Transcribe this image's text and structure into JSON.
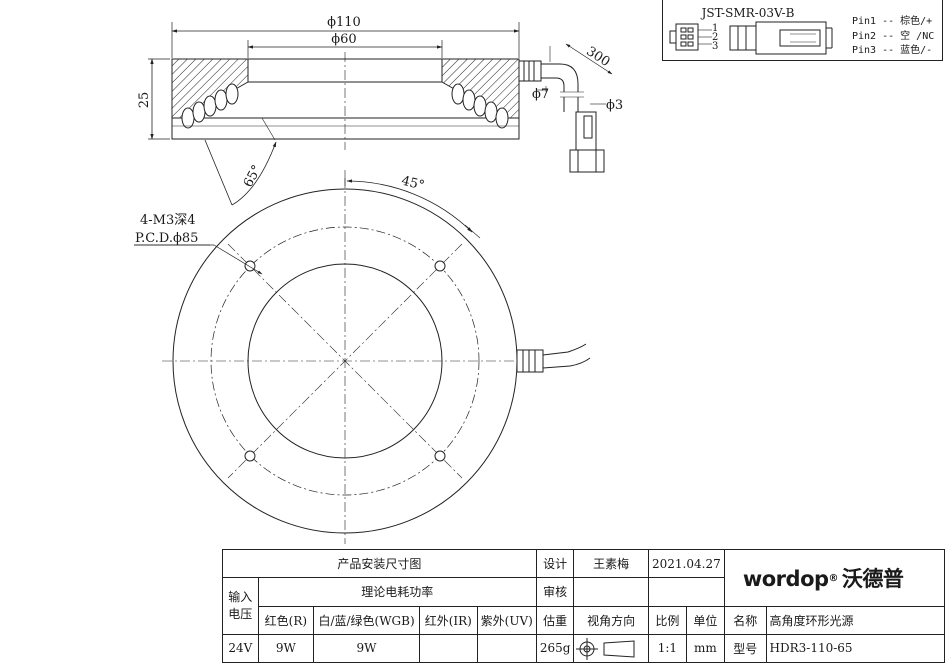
{
  "connector": {
    "model": "JST-SMR-03V-B",
    "pin_numbers": [
      "1",
      "2",
      "3"
    ],
    "pins": [
      "Pin1 -- 棕色/+",
      "Pin2 -- 空 /NC",
      "Pin3 -- 蓝色/-"
    ]
  },
  "side_view": {
    "outer_diameter": "ϕ110",
    "inner_diameter": "ϕ60",
    "height": "25",
    "angle": "65°",
    "cable_length": "300",
    "cable_diameter": "ϕ7",
    "wire_diameter": "ϕ3"
  },
  "front_view": {
    "angle": "45°",
    "thread": "4-M3深4",
    "pcd": "P.C.D.ϕ85"
  },
  "title_block": {
    "drawing_name": "产品安装尺寸图",
    "design_label": "设计",
    "designer": "王素梅",
    "date": "2021.04.27",
    "review_label": "审核",
    "input_voltage_label": "输入电压",
    "power_label": "理论电耗功率",
    "col_red": "红色(R)",
    "col_white_blue_green": "白/蓝/绿色(WGB)",
    "col_ir": "红外(IR)",
    "col_uv": "紫外(UV)",
    "weight_label": "估重",
    "view_direction_label": "视角方向",
    "scale_label": "比例",
    "unit_label": "单位",
    "name_label": "名称",
    "name_value": "高角度环形光源",
    "voltage": "24V",
    "power_red": "9W",
    "power_wgb": "9W",
    "power_ir": "",
    "power_uv": "",
    "weight": "265g",
    "scale": "1:1",
    "unit": "mm",
    "model_label": "型号",
    "model_value": "HDR3-110-65",
    "logo_text": "wordop",
    "logo_cn": "沃德普"
  },
  "colors": {
    "line": "#1a1a1a",
    "background": "#ffffff"
  }
}
